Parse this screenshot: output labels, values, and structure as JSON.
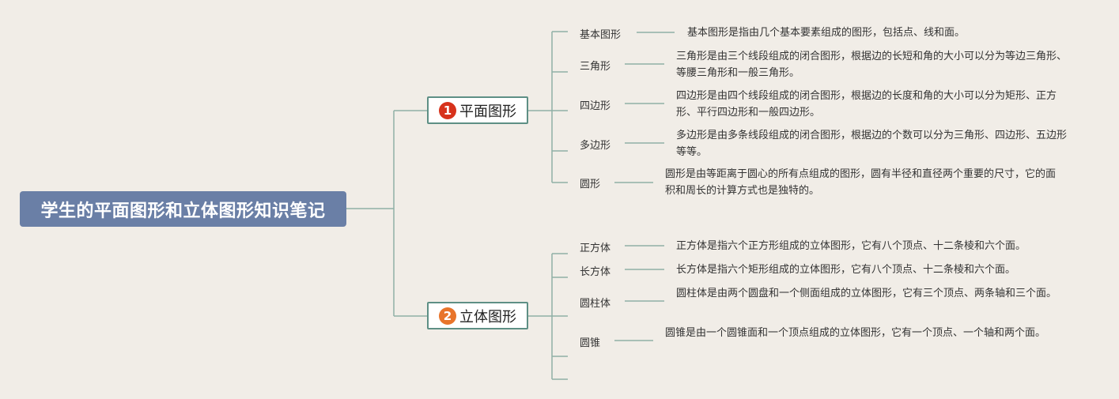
{
  "root": {
    "title": "学生的平面图形和立体图形知识笔记"
  },
  "colors": {
    "root_bg": "#6a7fa6",
    "line": "#8fb0a6",
    "branch_border": "#5e8f85",
    "badge1": "#d7321c",
    "badge2": "#e8742a",
    "background": "#f1ede7"
  },
  "branches": [
    {
      "badge": "1",
      "label": "平面图形",
      "items": [
        {
          "name": "基本图形",
          "desc": "基本图形是指由几个基本要素组成的图形，包括点、线和面。"
        },
        {
          "name": "三角形",
          "desc": "三角形是由三个线段组成的闭合图形，根据边的长短和角的大小可以分为等边三角形、等腰三角形和一般三角形。"
        },
        {
          "name": "四边形",
          "desc": "四边形是由四个线段组成的闭合图形，根据边的长度和角的大小可以分为矩形、正方形、平行四边形和一般四边形。"
        },
        {
          "name": "多边形",
          "desc": "多边形是由多条线段组成的闭合图形，根据边的个数可以分为三角形、四边形、五边形等等。"
        },
        {
          "name": "圆形",
          "desc": "圆形是由等距离于圆心的所有点组成的图形，圆有半径和直径两个重要的尺寸，它的面积和周长的计算方式也是独特的。"
        }
      ]
    },
    {
      "badge": "2",
      "label": "立体图形",
      "items": [
        {
          "name": "正方体",
          "desc": "正方体是指六个正方形组成的立体图形，它有八个顶点、十二条棱和六个面。"
        },
        {
          "name": "长方体",
          "desc": "长方体是指六个矩形组成的立体图形，它有八个顶点、十二条棱和六个面。"
        },
        {
          "name": "圆柱体",
          "desc": "圆柱体是由两个圆盘和一个侧面组成的立体图形，它有三个顶点、两条轴和三个面。"
        },
        {
          "name": "圆锥",
          "desc": "圆锥是由一个圆锥面和一个顶点组成的立体图形，它有一个顶点、一个轴和两个面。"
        }
      ]
    }
  ]
}
